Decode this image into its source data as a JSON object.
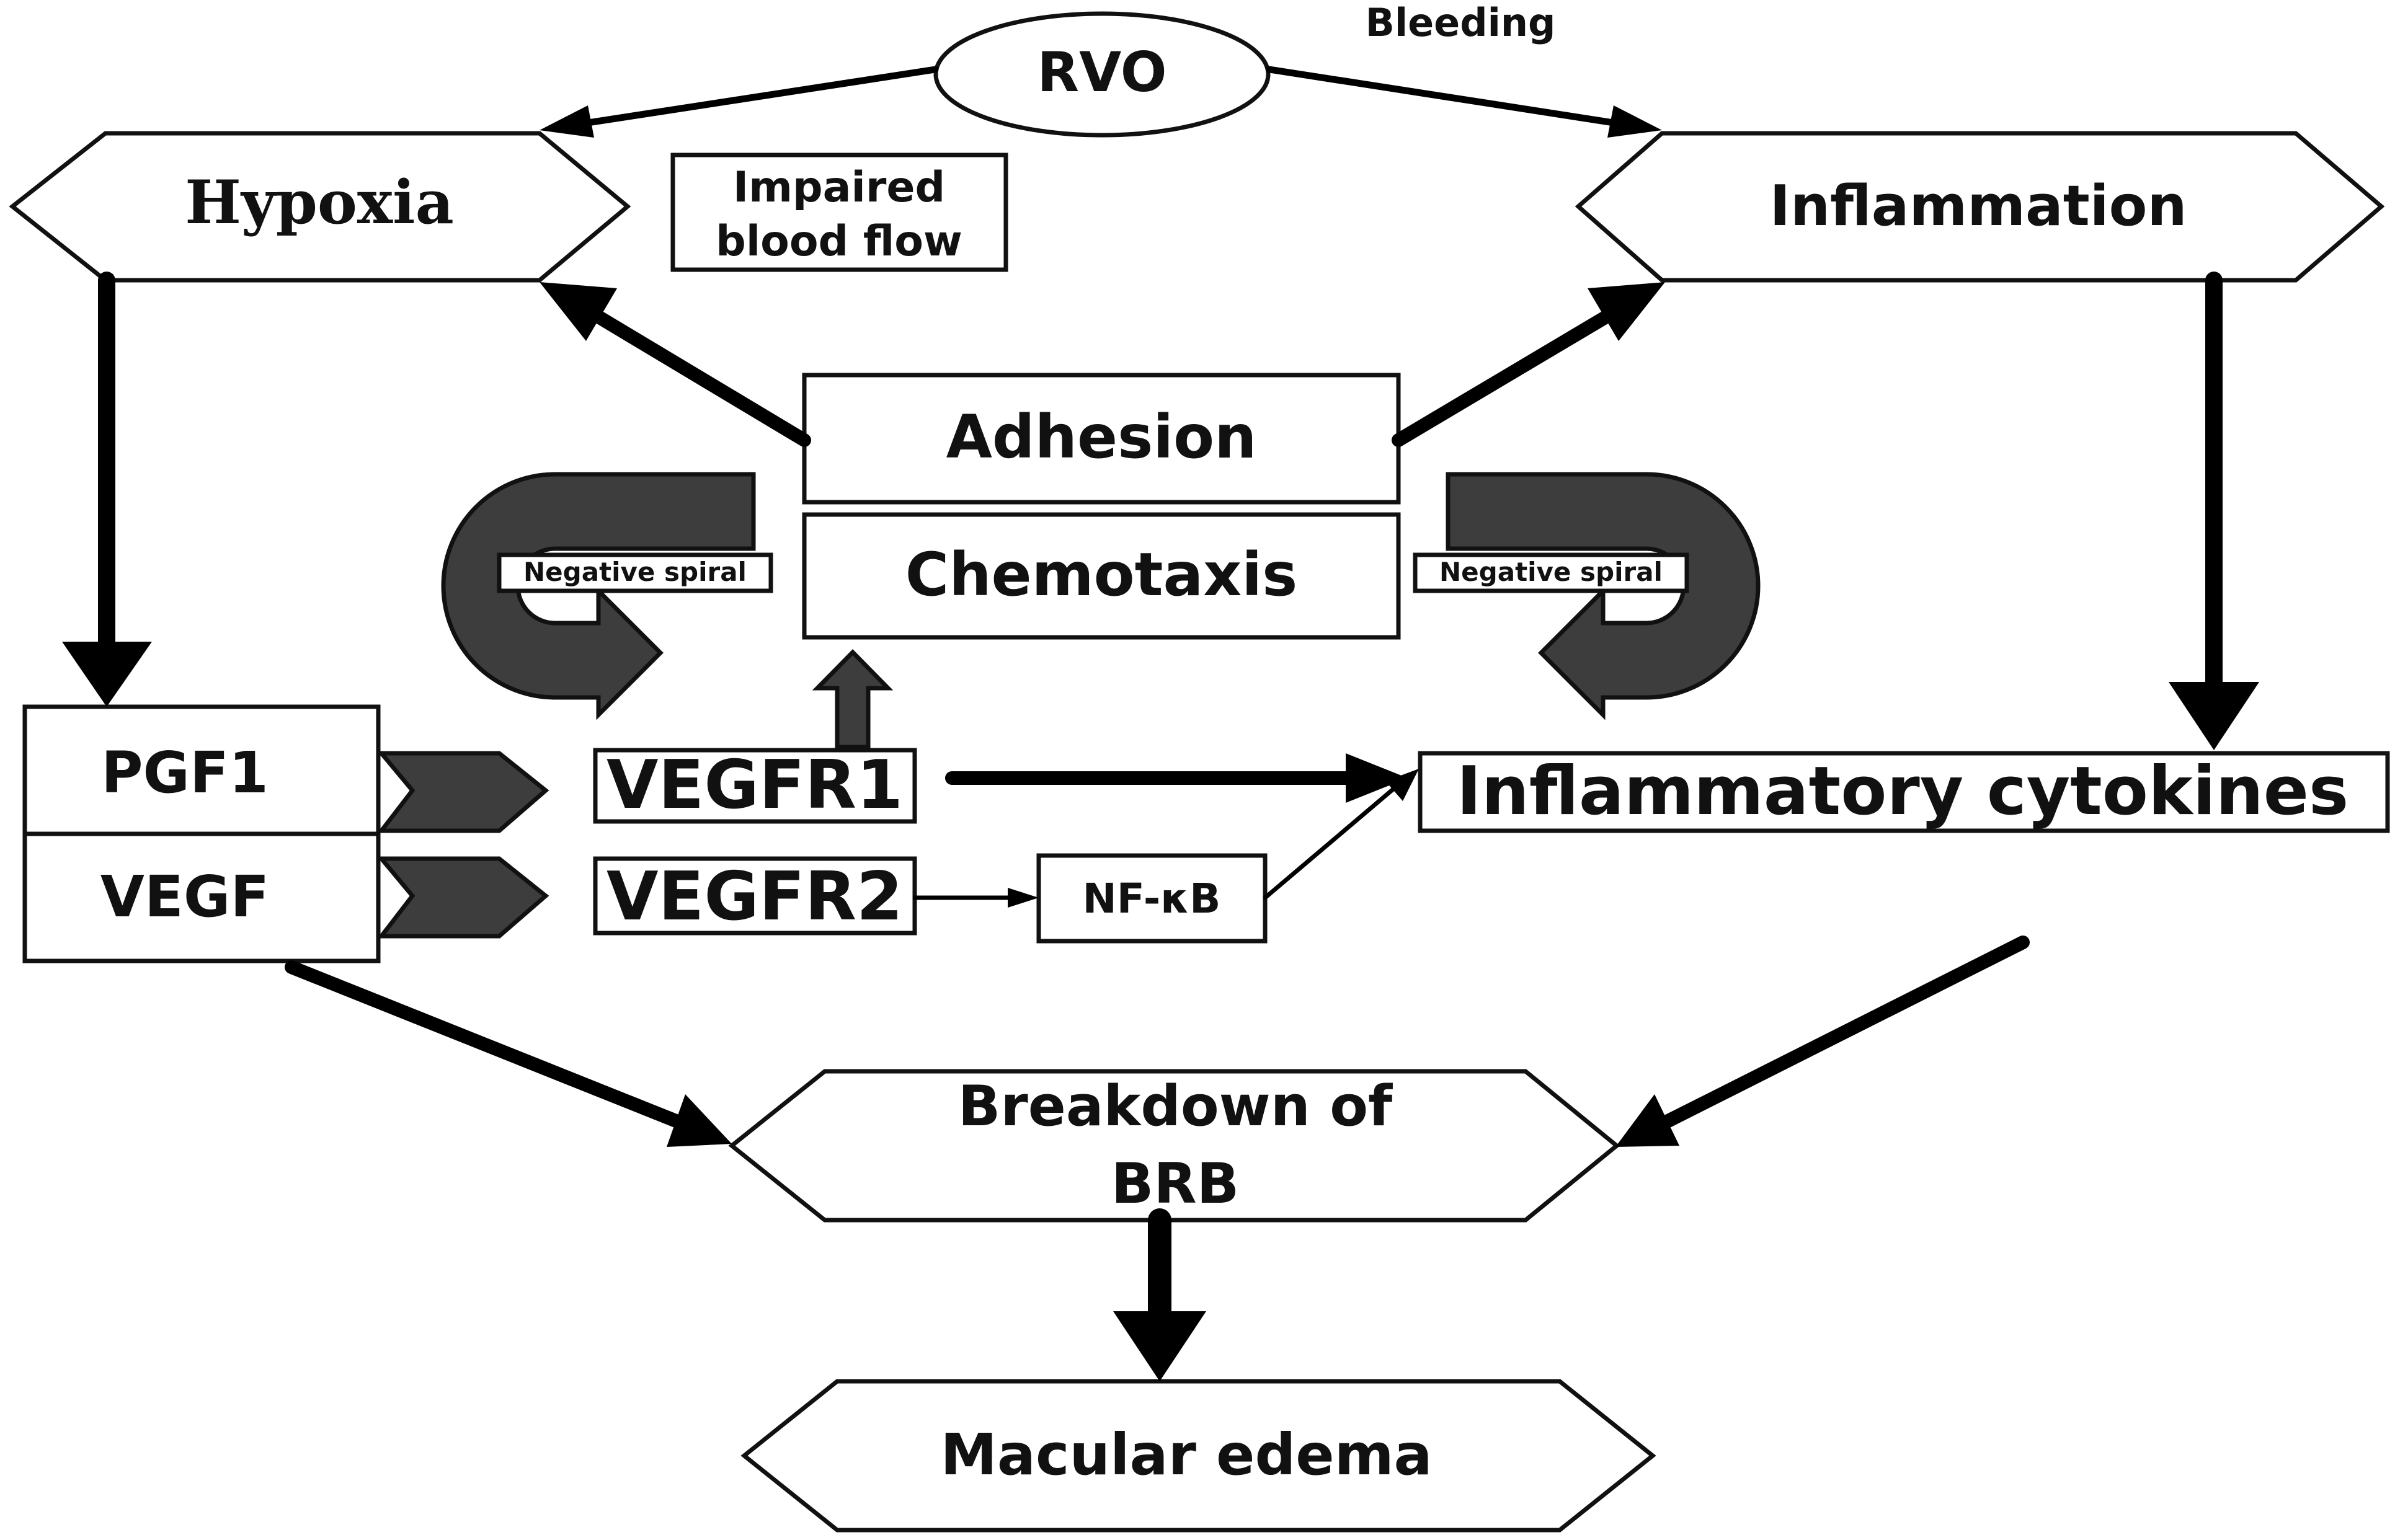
{
  "diagram": {
    "nodes": {
      "rvo": "RVO",
      "bleeding": "Bleeding",
      "hypoxia": "Hypoxia",
      "impaired_blood_flow": [
        "Impaired",
        "blood flow"
      ],
      "inflammation": "Inflammation",
      "adhesion": "Adhesion",
      "chemotaxis": "Chemotaxis",
      "negative_spiral_left": "Negative spiral",
      "negative_spiral_right": "Negative spiral",
      "pgf1": "PGF1",
      "vegf": "VEGF",
      "vegfr1": "VEGFR1",
      "vegfr2": "VEGFR2",
      "nfkb": "NF-κB",
      "inflammatory_cytokines": "Inflammatory cytokines",
      "breakdown_brb": [
        "Breakdown of",
        "BRB"
      ],
      "macular_edema": "Macular edema"
    },
    "edges": [
      {
        "from": "rvo",
        "to": "hypoxia"
      },
      {
        "from": "rvo",
        "to": "inflammation"
      },
      {
        "from": "hypoxia",
        "to": "pgf1"
      },
      {
        "from": "inflammation",
        "to": "inflammatory_cytokines"
      },
      {
        "from": "adhesion",
        "to": "hypoxia"
      },
      {
        "from": "adhesion",
        "to": "inflammation"
      },
      {
        "from": "vegfr1",
        "to": "chemotaxis"
      },
      {
        "from": "vegfr1",
        "to": "inflammatory_cytokines"
      },
      {
        "from": "pgf1",
        "to": "vegfr1"
      },
      {
        "from": "vegf",
        "to": "vegfr2"
      },
      {
        "from": "vegfr2",
        "to": "nfkb"
      },
      {
        "from": "nfkb",
        "to": "inflammatory_cytokines"
      },
      {
        "from": "vegf",
        "to": "breakdown_brb"
      },
      {
        "from": "inflammatory_cytokines",
        "to": "breakdown_brb"
      },
      {
        "from": "breakdown_brb",
        "to": "macular_edema"
      }
    ]
  }
}
